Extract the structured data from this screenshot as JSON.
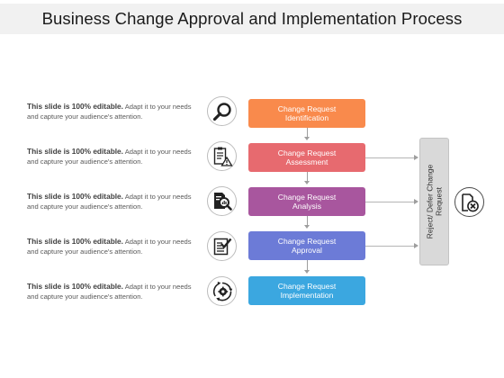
{
  "title": "Business Change Approval and Implementation Process",
  "rows": [
    {
      "bold": "This slide is 100% editable.",
      "rest": "Adapt it to your needs and capture your audience's attention.",
      "icon": "magnifier-icon",
      "step_line1": "Change Request",
      "step_line2": "Identification",
      "color": "#F98A4C"
    },
    {
      "bold": "This slide is 100% editable.",
      "rest": "Adapt it to your needs and capture your audience's attention.",
      "icon": "checklist-warning-icon",
      "step_line1": "Change Request",
      "step_line2": "Assessment",
      "color": "#E76A6F"
    },
    {
      "bold": "This slide is 100% editable.",
      "rest": "Adapt it to your needs and capture your audience's attention.",
      "icon": "document-magnifier-icon",
      "step_line1": "Change Request",
      "step_line2": "Analysis",
      "color": "#A8569E"
    },
    {
      "bold": "This slide is 100% editable.",
      "rest": "Adapt it to your needs and capture your audience's attention.",
      "icon": "document-check-icon",
      "step_line1": "Change Request",
      "step_line2": "Approval",
      "color": "#6C7BD7"
    },
    {
      "bold": "This slide is 100% editable.",
      "rest": "Adapt it to your needs and capture your audience's attention.",
      "icon": "gear-cycle-icon",
      "step_line1": "Change Request",
      "step_line2": "Implementation",
      "color": "#3BA7E0"
    }
  ],
  "reject": {
    "line1": "Reject/ Defer Change",
    "line2": "Request",
    "icon": "file-x-icon"
  }
}
